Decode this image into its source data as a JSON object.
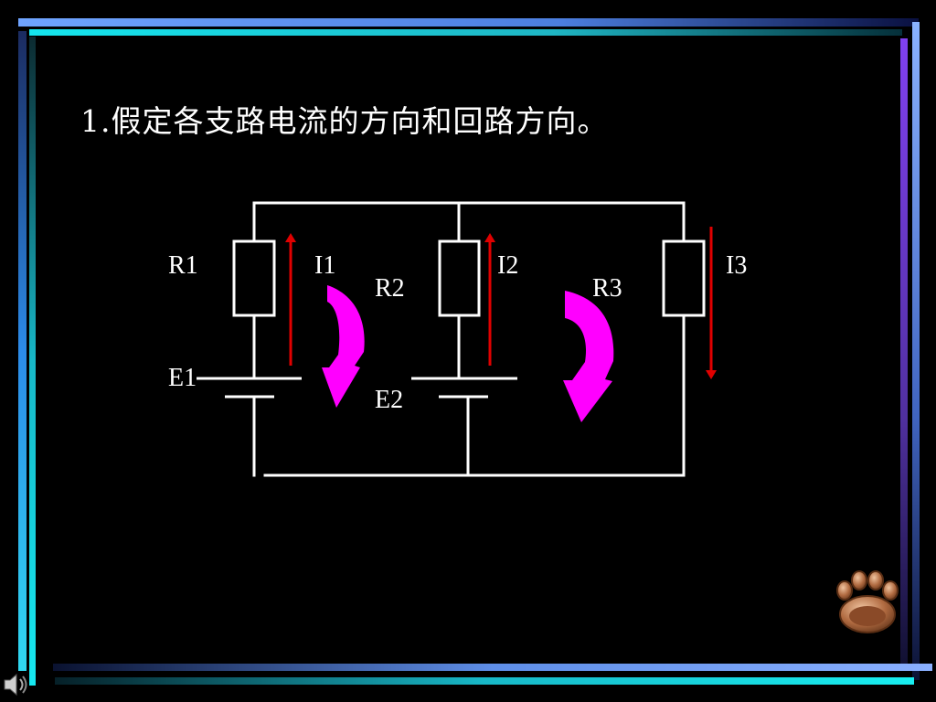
{
  "title": "1.假定各支路电流的方向和回路方向。",
  "circuit": {
    "labels": {
      "r1": "R1",
      "r2": "R2",
      "r3": "R3",
      "i1": "I1",
      "i2": "I2",
      "i3": "I3",
      "e1": "E1",
      "e2": "E2"
    }
  },
  "colors": {
    "background": "#000000",
    "wire": "#ffffff",
    "current_arrow": "#e00000",
    "loop_arrow": "#ff00ff"
  },
  "icons": {
    "speaker": "speaker-icon",
    "next": "paw-icon"
  }
}
